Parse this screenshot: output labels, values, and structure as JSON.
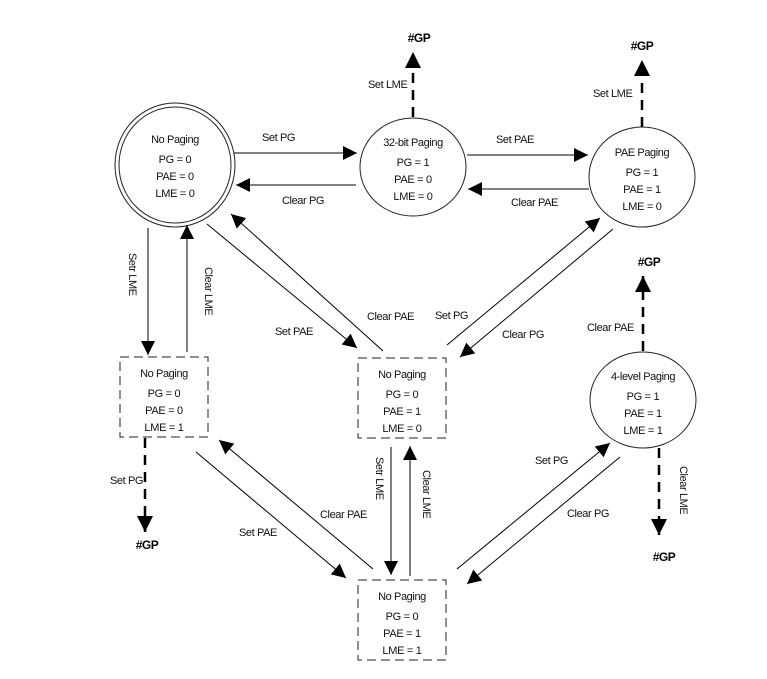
{
  "diagram": {
    "states": [
      {
        "id": "s1",
        "shape": "double-ellipse",
        "title": "No Paging",
        "flags": [
          "PG = 0",
          "PAE = 0",
          "LME = 0"
        ]
      },
      {
        "id": "s2",
        "shape": "ellipse",
        "title": "32-bit Paging",
        "flags": [
          "PG = 1",
          "PAE = 0",
          "LME = 0"
        ]
      },
      {
        "id": "s3",
        "shape": "ellipse",
        "title": "PAE Paging",
        "flags": [
          "PG = 1",
          "PAE = 1",
          "LME = 0"
        ]
      },
      {
        "id": "s4",
        "shape": "dashed-box",
        "title": "No Paging",
        "flags": [
          "PG = 0",
          "PAE = 0",
          "LME = 1"
        ]
      },
      {
        "id": "s5",
        "shape": "dashed-box",
        "title": "No Paging",
        "flags": [
          "PG = 0",
          "PAE = 1",
          "LME = 0"
        ]
      },
      {
        "id": "s6",
        "shape": "ellipse",
        "title": "4-level Paging",
        "flags": [
          "PG = 1",
          "PAE = 1",
          "LME = 1"
        ]
      },
      {
        "id": "s7",
        "shape": "dashed-box",
        "title": "No Paging",
        "flags": [
          "PG = 0",
          "PAE = 1",
          "LME = 1"
        ]
      }
    ],
    "transitions": [
      {
        "from": "s1",
        "to": "s2",
        "label": "Set PG"
      },
      {
        "from": "s2",
        "to": "s1",
        "label": "Clear PG"
      },
      {
        "from": "s2",
        "to": "s3",
        "label": "Set PAE"
      },
      {
        "from": "s3",
        "to": "s2",
        "label": "Clear PAE"
      },
      {
        "from": "s1",
        "to": "s4",
        "label": "Setr LME"
      },
      {
        "from": "s4",
        "to": "s1",
        "label": "Clear LME"
      },
      {
        "from": "s1",
        "to": "s5",
        "label": "Set PAE"
      },
      {
        "from": "s5",
        "to": "s1",
        "label": "Clear PAE"
      },
      {
        "from": "s5",
        "to": "s3",
        "label": "Set PG"
      },
      {
        "from": "s3",
        "to": "s5",
        "label": "Clear PG"
      },
      {
        "from": "s4",
        "to": "s7",
        "label": "Set PAE"
      },
      {
        "from": "s7",
        "to": "s4",
        "label": "Clear PAE"
      },
      {
        "from": "s5",
        "to": "s7",
        "label": "Setr LME"
      },
      {
        "from": "s7",
        "to": "s5",
        "label": "Clear LME"
      },
      {
        "from": "s7",
        "to": "s6",
        "label": "Set PG"
      },
      {
        "from": "s6",
        "to": "s7",
        "label": "Clear PG"
      }
    ],
    "faults": [
      {
        "from": "s2",
        "label": "Set LME",
        "target": "#GP"
      },
      {
        "from": "s3",
        "label": "Set LME",
        "target": "#GP"
      },
      {
        "from": "s6",
        "label": "Clear PAE",
        "target": "#GP"
      },
      {
        "from": "s6",
        "label": "Clear LME",
        "target": "#GP"
      },
      {
        "from": "s4",
        "label": "Set PG",
        "target": "#GP"
      }
    ]
  }
}
